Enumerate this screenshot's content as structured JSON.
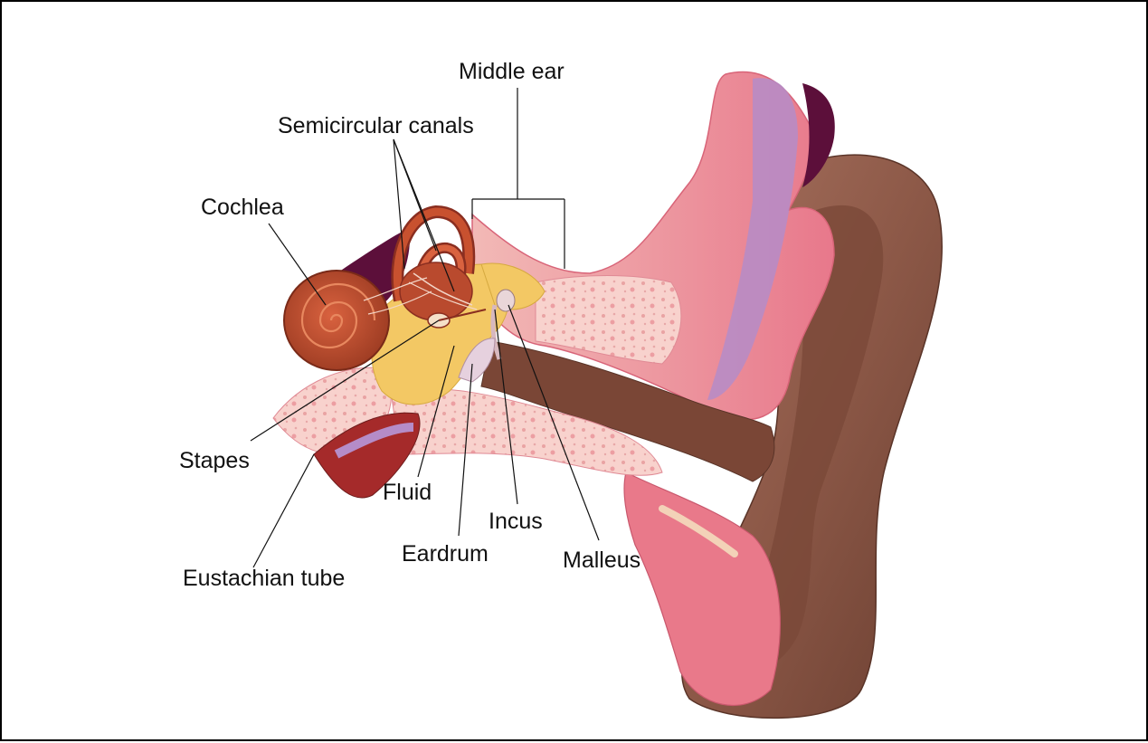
{
  "labels": {
    "middle_ear": "Middle ear",
    "semicircular_canals": "Semicircular canals",
    "cochlea": "Cochlea",
    "stapes": "Stapes",
    "fluid": "Fluid",
    "eustachian_tube": "Eustachian tube",
    "eardrum": "Eardrum",
    "incus": "Incus",
    "malleus": "Malleus"
  },
  "colors": {
    "skin": "#e9798a",
    "skin_light": "#f4a7b3",
    "bone": "#f8c9c6",
    "cartilage": "#8b5a4c",
    "canal_dark": "#6e3f32",
    "cochlea": "#b94a2e",
    "fluid": "#f3c864",
    "vessel": "#5c0f3a",
    "purple": "#a77bc4"
  }
}
